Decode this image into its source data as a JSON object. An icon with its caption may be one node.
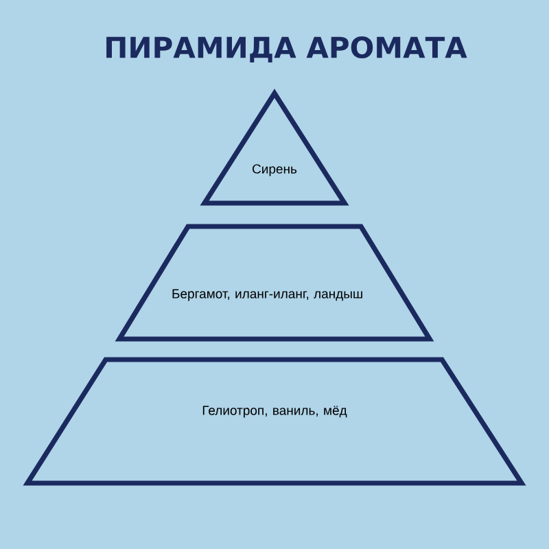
{
  "diagram": {
    "title": "ПИРАМИДА АРОМАТА",
    "nodes": [
      {
        "text": [
          "Сирень"
        ]
      },
      {
        "text": [
          "Бергамот, иланг-иланг, ландыш"
        ]
      },
      {
        "text": [
          "Гелиотроп, ваниль, мёд"
        ]
      }
    ]
  }
}
